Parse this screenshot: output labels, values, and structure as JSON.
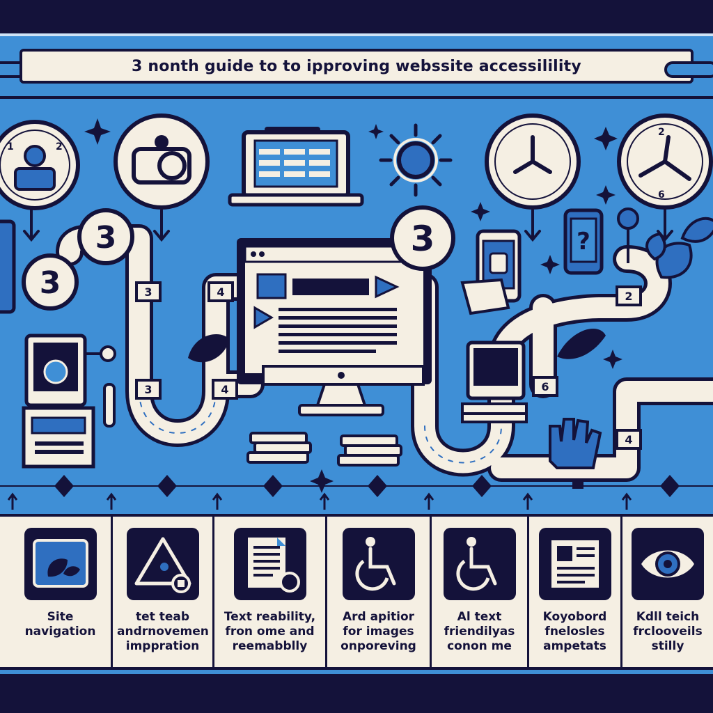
{
  "header": {
    "title": "3 nonth guide  to to ipproving webssite accessilility"
  },
  "stage": {
    "badge_labels": [
      "3",
      "3",
      "3"
    ],
    "path_numbers": [
      "3",
      "4",
      "3",
      "4",
      "2",
      "6",
      "4"
    ],
    "question_mark": "?"
  },
  "cards": [
    {
      "label": "Site navigation",
      "icon": "leaf-image-icon"
    },
    {
      "label": "tet teab andrnovemen imppration",
      "icon": "warning-triangle-icon"
    },
    {
      "label": "Text reability, fron ome and reemabblly",
      "icon": "document-icon"
    },
    {
      "label": "Ard apitior for images onporeving",
      "icon": "wheelchair-icon"
    },
    {
      "label": "Al text friendilyas conon me",
      "icon": "wheelchair-icon"
    },
    {
      "label": "Koyobord fnelosles ampetats",
      "icon": "newspaper-icon"
    },
    {
      "label": "Kdll teich frclooveils stilly",
      "icon": "eye-icon"
    }
  ],
  "colors": {
    "navy": "#14123a",
    "blue": "#3f8fd6",
    "cream": "#f5efe3",
    "accent_blue": "#2f6fc0"
  }
}
